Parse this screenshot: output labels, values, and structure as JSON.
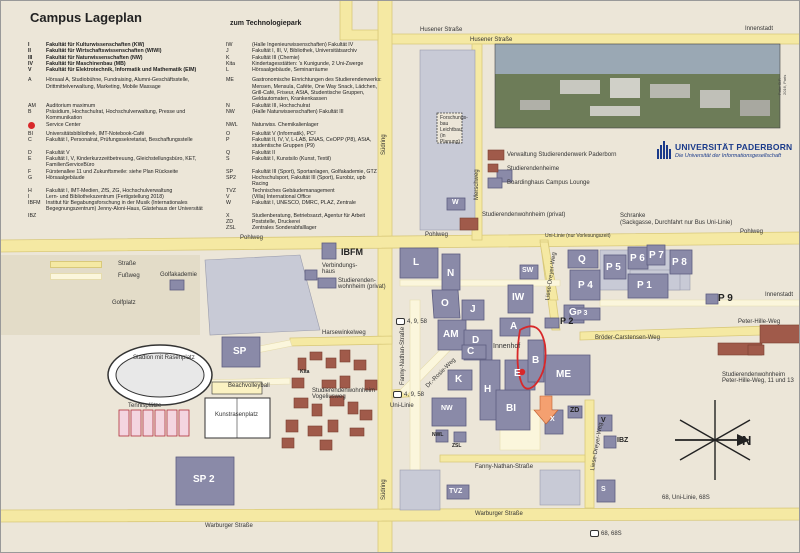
{
  "header": {
    "title": "Campus Lageplan",
    "tech_park": "zum Technologiepark"
  },
  "legend": {
    "faculties": [
      {
        "key": "I",
        "text": "Fakultät für Kulturwissenschaften (KW)"
      },
      {
        "key": "II",
        "text": "Fakultät für Wirtschaftswissenschaften (WIWI)"
      },
      {
        "key": "III",
        "text": "Fakultät für Naturwissenschaften (NW)"
      },
      {
        "key": "IV",
        "text": "Fakultät für Maschinenbau (MB)"
      },
      {
        "key": "V",
        "text": "Fakultät für Elektrotechnik, Informatik und Mathematik (EIM)"
      }
    ],
    "left_entries": [
      {
        "key": "A",
        "text": "Hörsaal A, Studiobühne, Fundraising, Alumni-Geschäftsstelle, Drittmittelverwaltung, Marketing, Mobile Massage"
      },
      {
        "key": "AM",
        "text": "Auditorium maximum"
      },
      {
        "key": "B",
        "text": "Präsidium, Hochschulrat, Hochschulverwaltung, Presse und Kommunikation"
      },
      {
        "key": "",
        "text": "Service Center",
        "red_dot": true
      },
      {
        "key": "BI",
        "text": "Universitätsbibliothek, IMT-Notebook-Café"
      },
      {
        "key": "C",
        "text": "Fakultät I, Personalrat, Prüfungssekretariat, Beschaffungsstelle"
      },
      {
        "key": "D",
        "text": "Fakultät V"
      },
      {
        "key": "E",
        "text": "Fakultät I, V, Kinderkurzzeitbetreuung, Gleichstellungsbüro, KET, FamilienServiceBüro"
      },
      {
        "key": "F",
        "text": "Fürstenallee 11 und Zukunftsmeile: siehe Plan Rückseite"
      },
      {
        "key": "G",
        "text": "Hörsaalgebäude"
      },
      {
        "key": "H",
        "text": "Fakultät I, IMT-Medien, ZfS, ZG, Hochschulverwaltung"
      },
      {
        "key": "I",
        "text": "Lern- und Bibliothekszentrum (Fertigstellung 2018)"
      },
      {
        "key": "IBFM",
        "text": "Institut für Begabungsforschung in der Musik (Internationales Begegnungszentrum) Jenny-Aloni-Haus, Gästehaus der Universität"
      },
      {
        "key": "IBZ",
        "text": ""
      }
    ],
    "right_entries": [
      {
        "key": "IW",
        "text": "(Halle Ingenieurwissenschaften) Fakultät IV"
      },
      {
        "key": "J",
        "text": "Fakultät I, III, V, Bibliothek, Universitätsarchiv"
      },
      {
        "key": "K",
        "text": "Fakultät III (Chemie)"
      },
      {
        "key": "Kita",
        "text": "Kindertagesstätten: 's Kunigunde, 2 Uni-Zwerge"
      },
      {
        "key": "L",
        "text": "Hörsaalgebäude, Seminarräume"
      },
      {
        "key": "ME",
        "text": "Gastronomische Einrichtungen des Studierendenwerks: Mensen, Mensula, Caféte, One Way Snack, Lädchen, Grill-Café, Friseur, AStA, Studentische Gruppen, Geldautomaten, Krankenkassen"
      },
      {
        "key": "N",
        "text": "Fakultät III, Hochschulrat"
      },
      {
        "key": "NW",
        "text": "(Halle Naturwissenschaften) Fakultät III"
      },
      {
        "key": "NWL",
        "text": "Naturwiss. Chemikalienlager"
      },
      {
        "key": "O",
        "text": "Fakultät V (Informatik), PC²"
      },
      {
        "key": "P",
        "text": "Fakultät II, IV, V, L-LAB, ENAS, CeOPP (P8), AStA, studentische Gruppen (P9)"
      },
      {
        "key": "Q",
        "text": "Fakultät II"
      },
      {
        "key": "S",
        "text": "Fakultät I, Kunstsilo (Kunst, Textil)"
      },
      {
        "key": "SP",
        "text": "Fakultät III (Sport), Sportanlagen, Golfakademie, GTZ"
      },
      {
        "key": "SP2",
        "text": "Hochschulsport, Fakultät III (Sport), Eurobiz, upb Racing"
      },
      {
        "key": "TVZ",
        "text": "Technisches Gebäudemanagement"
      },
      {
        "key": "V",
        "text": "(Villa) International Office"
      },
      {
        "key": "W",
        "text": "Fakultät I, UNESCO, DMRC, PLAZ, Zentrale"
      },
      {
        "key": "X",
        "text": "Studienberatung, Betriebsarzt, Agentur für Arbeit"
      },
      {
        "key": "ZD",
        "text": "Poststelle, Druckerei"
      },
      {
        "key": "ZSL",
        "text": "Zentrales Sonderabfalllager"
      }
    ],
    "map_legend": [
      {
        "label": "Straße",
        "color": "#f5e9a3"
      },
      {
        "label": "Fußweg",
        "color": "#fbf6dc"
      }
    ]
  },
  "streets": {
    "husener_1": "Husener Straße",
    "husener_2": "Husener Straße",
    "innenstadt_top": "Innenstadt",
    "pohlweg_1": "Pohlweg",
    "pohlweg_2": "Pohlweg",
    "pohlweg_3": "Pohlweg",
    "suedring": "Südring",
    "suedring_2": "Südring",
    "merschweg": "Merschweg",
    "harsewinkelweg": "Harsewinkelweg",
    "fanny_nathan": "Fanny-Nathan-Straße",
    "fanny_nathan_2": "Fanny-Nathan-Straße",
    "dr_rosie": "Dr.-Rosie-Weg",
    "warburger_1": "Warburger Straße",
    "warburger_2": "Warburger Straße",
    "peter_hille": "Peter-Hille-Weg",
    "broeder": "Bröder-Carstensen-Weg",
    "liese_dreyer": "Liese-Dreyer-Weg",
    "liese_dreyer_2": "Liese-Dreyer-Weg",
    "innenstadt_right": "Innenstadt",
    "innenhof": "Innenhof",
    "golfplatz": "Golfplatz",
    "tennis": "Tennisplätze",
    "beachvolleyball": "Beachvolleyball",
    "kunstrasen": "Kunstrasenplatz",
    "stadion": "Stadion mit Rasenplatz",
    "golfakademie": "Golfakademie",
    "schranke": "Schranke",
    "schranke_sub": "(Sackgasse, Durchfahrt nur Bus Uni-Linie)",
    "verwaltung": "Verwaltung Studierendenwerk Paderborn",
    "studierendenheime": "Studierendenheime",
    "boardinghaus": "Boardinghaus Campus Lounge",
    "sw_privat": "Studierendenwohnheim (privat)",
    "sw_privat_left": "Studierenden-wohnheim (privat)",
    "sw_vogel": "Studierendenwohnheim Vogeliusweg",
    "sw_peter": "Studierendenwohnheim Peter-Hille-Weg, 11 und 13",
    "verbindungshaus": "Verbindungs-haus",
    "forschung": "Forschungs-bau Leichtbau (in Planung)",
    "uni_linie_top": "Uni-Linie (nur Vorlesungszeit)"
  },
  "buildings": {
    "IBFM": "IBFM",
    "SP": "SP",
    "SP2": "SP 2",
    "A": "A",
    "AM": "AM",
    "B": "B",
    "BI": "BI",
    "C": "C",
    "D": "D",
    "E": "E",
    "G": "G",
    "H": "H",
    "IW": "IW",
    "J": "J",
    "K": "K",
    "L": "L",
    "ME": "ME",
    "N": "N",
    "NW": "NW",
    "O": "O",
    "P1": "P 1",
    "P2": "P 2",
    "P3": "P 3",
    "P4": "P 4",
    "P5": "P 5",
    "P6": "P 6",
    "P7": "P 7",
    "P8": "P 8",
    "P9": "P 9",
    "Q": "Q",
    "S": "S",
    "TVZ": "TVZ",
    "V": "V",
    "W": "W",
    "X": "X",
    "ZD": "ZD",
    "IBZ": "IBZ",
    "SW": "SW",
    "NWL": "NWL",
    "ZSL": "ZSL",
    "Kita": "Kita"
  },
  "bus_stops": {
    "b1": "4, 9, 58",
    "b2": "4, 9, 58",
    "b3": "Uni-Linie",
    "b4": "68, Uni-Linie, 68S",
    "b5": "68, 68S"
  },
  "logo": {
    "name": "UNIVERSITÄT PADERBORN",
    "sub": "Die Universität der Informationsgesellschaft"
  },
  "photo_credit": "Foto: B.F. 2016, Paris",
  "compass": {
    "north": "N"
  },
  "colors": {
    "background": "#ece6d8",
    "road": "#f5e9a3",
    "road_border": "#d9c97a",
    "footpath": "#fbf6dc",
    "building": "#8a8aa8",
    "building_border": "#5d5d80",
    "dorm": "#a05a4a",
    "parking": "#c8cad6",
    "sports": "#f4d5e0",
    "green": "#dcd6c2",
    "service_red": "#d8282a",
    "logo_blue": "#1a3a8a"
  }
}
